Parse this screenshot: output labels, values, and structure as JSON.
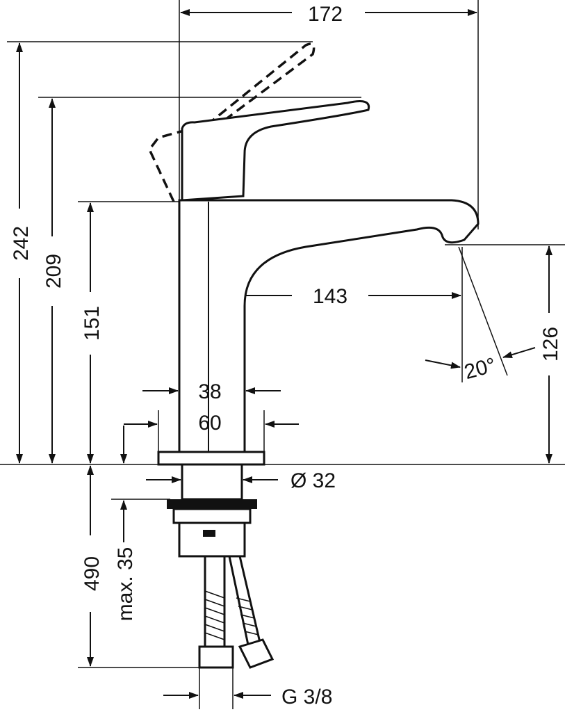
{
  "title": "Basin mixer dimension drawing",
  "dimensions": {
    "overall_width": "172",
    "max_height_lever_raised": "242",
    "height_lever": "209",
    "body_height": "151",
    "spout_reach": "143",
    "spout_height": "126",
    "spout_angle": "20°",
    "body_width": "38",
    "base_width": "60",
    "thread_diameter": "Ø 32",
    "hose_length": "490",
    "max_countertop": "max. 35",
    "connection": "G 3/8"
  }
}
